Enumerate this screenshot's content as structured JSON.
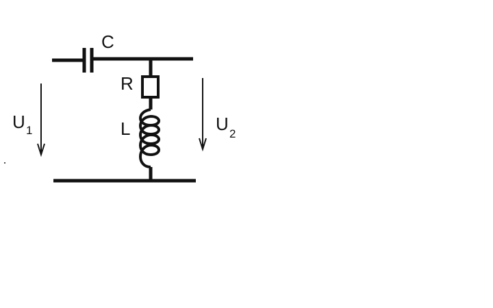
{
  "diagram": {
    "capacitor_label": "C",
    "resistor_label": "R",
    "inductor_label": "L",
    "input_voltage": {
      "symbol": "U",
      "subscript": "1"
    },
    "output_voltage": {
      "symbol": "U",
      "subscript": "2"
    }
  },
  "colors": {
    "ink": "#111111",
    "background": "#ffffff"
  }
}
